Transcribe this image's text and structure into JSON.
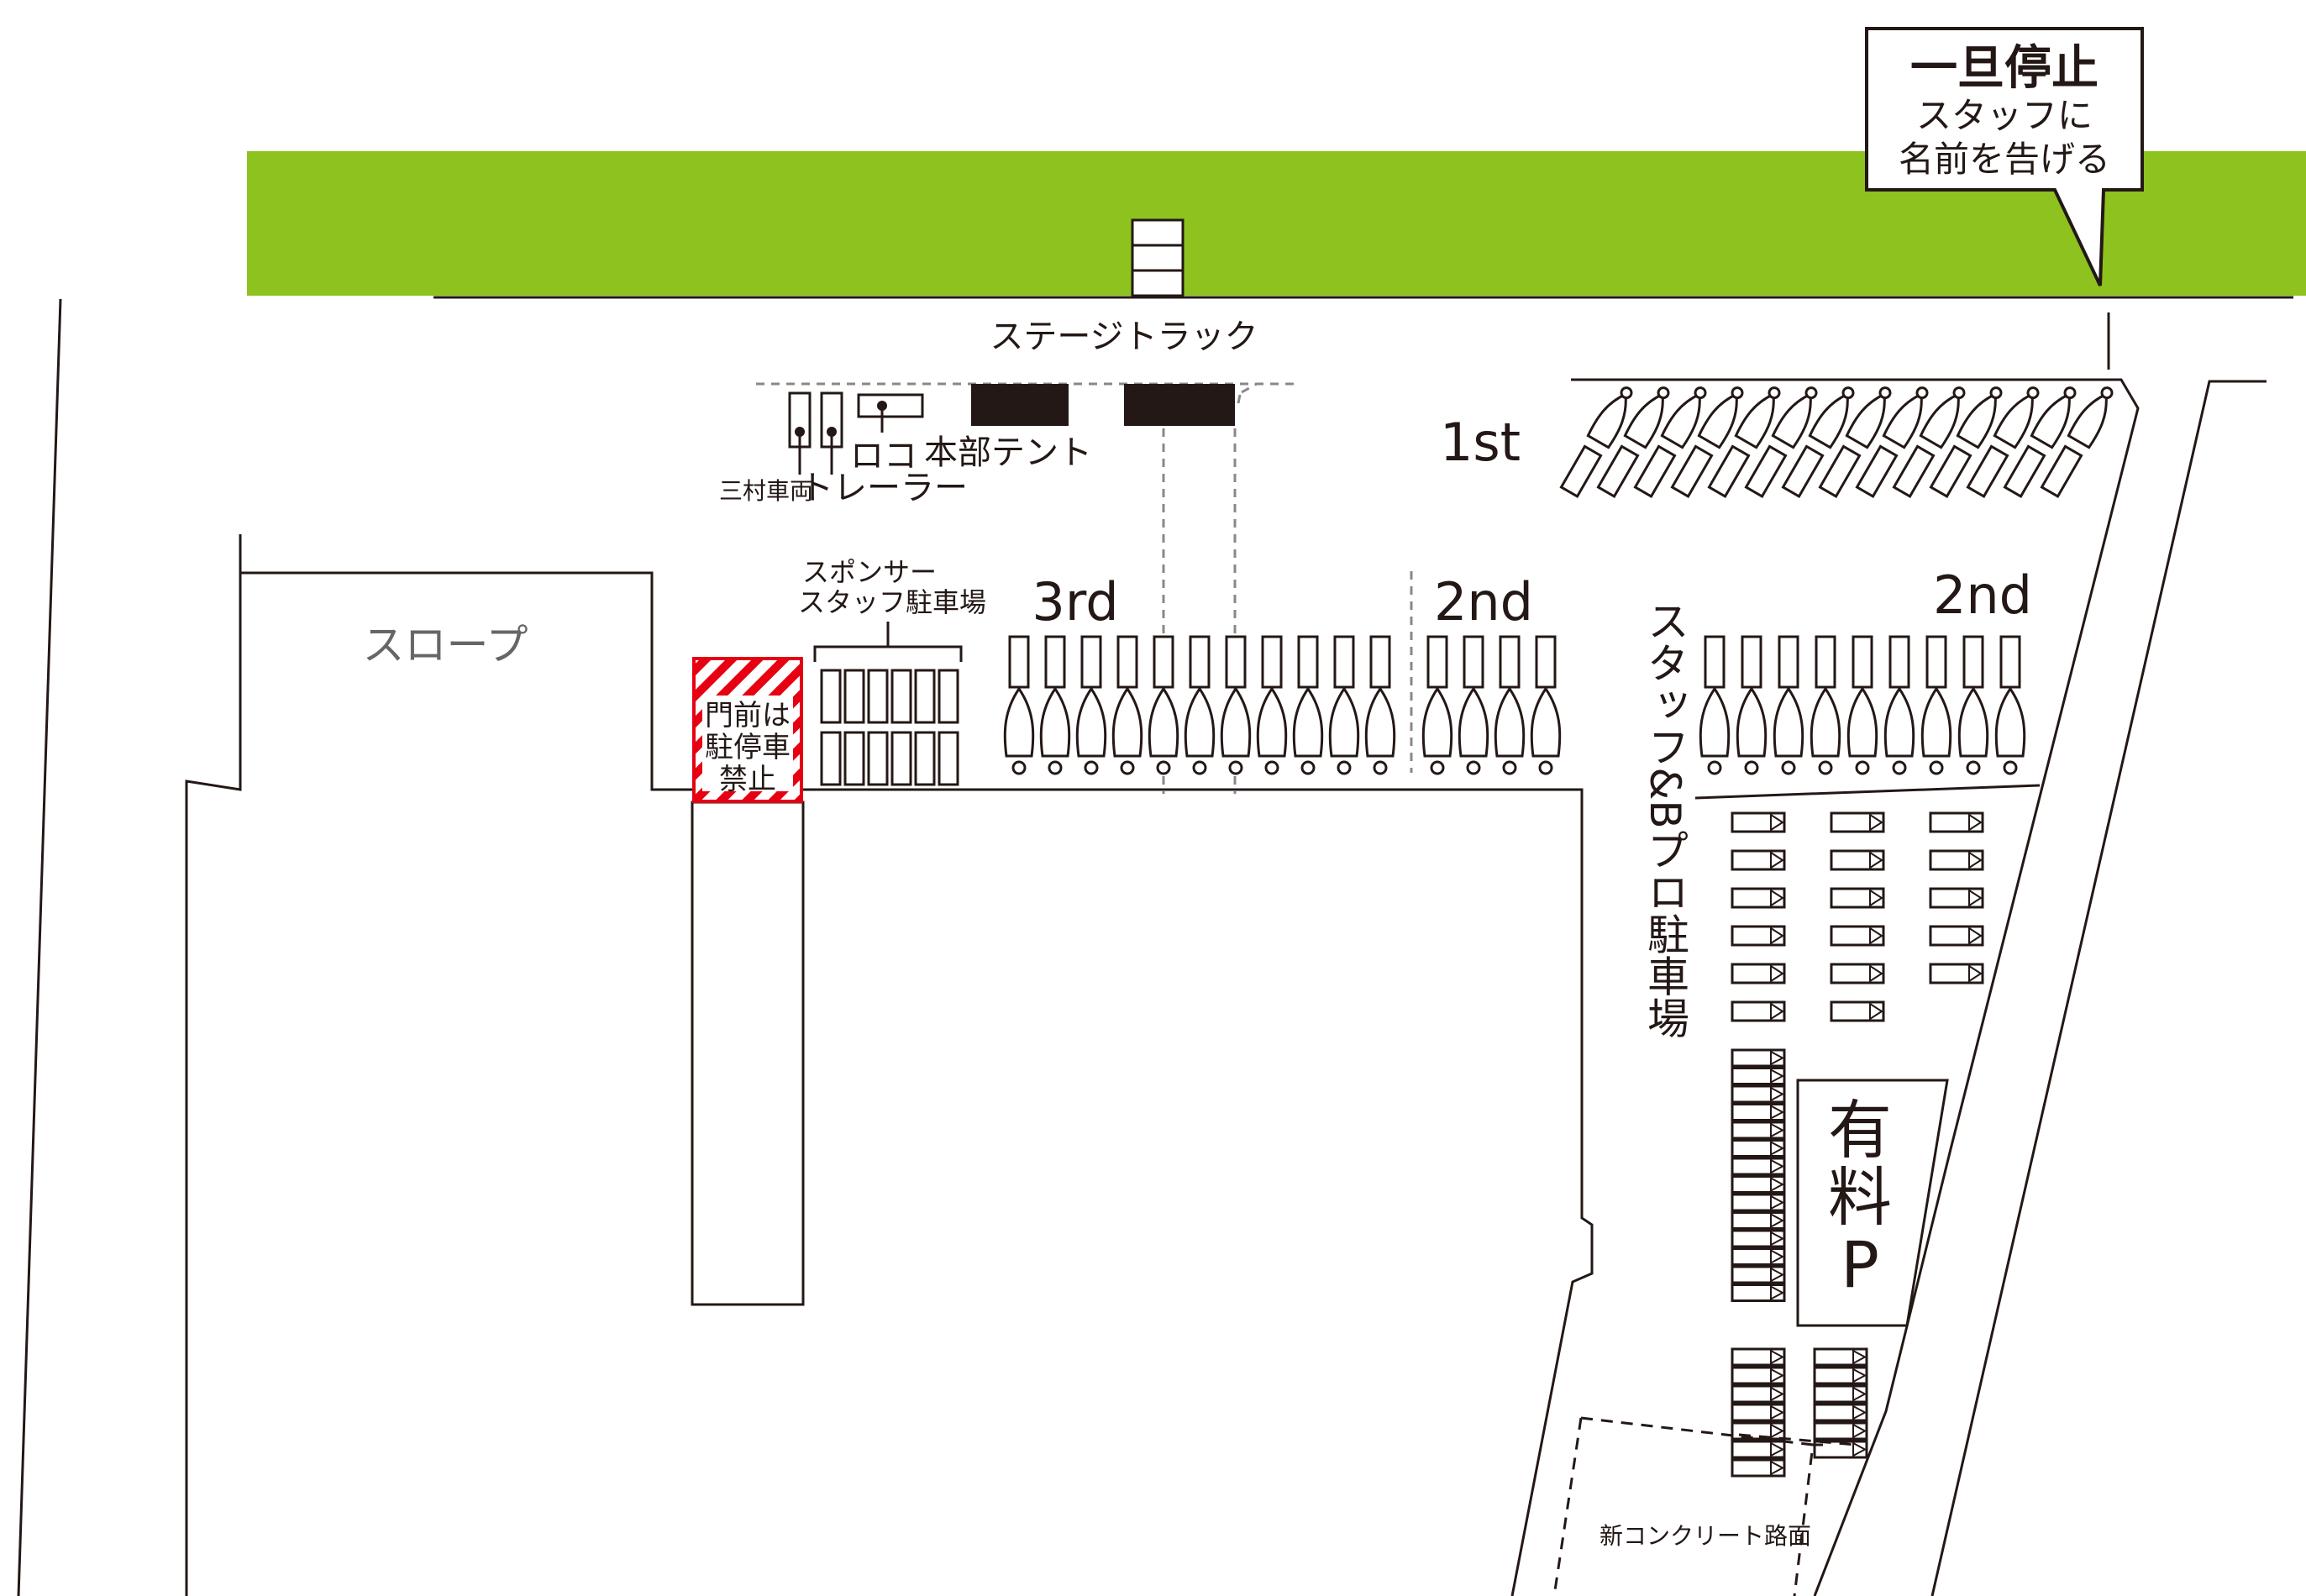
{
  "callout": {
    "title": "一旦停止",
    "line1": "スタッフに",
    "line2": "名前を告げる"
  },
  "labels": {
    "stage_truck": "ステージトラック",
    "slope": "スロープ",
    "honbu_tent": "本部テント",
    "loco": "ロコ",
    "mimura_vehicle": "三村車両",
    "trailer": "トレーラー",
    "sponsor_parking_line1": "スポンサー",
    "sponsor_parking_line2": "スタッフ駐車場",
    "no_parking_line1": "門前は",
    "no_parking_line2": "駐停車",
    "no_parking_line3": "禁止",
    "staff_bpro_parking": "スタッフ&Bプロ駐車場",
    "paid_parking_line1": "有",
    "paid_parking_line2": "料",
    "paid_parking_line3": "P",
    "new_concrete": "新コンクリート路面"
  },
  "zones": {
    "first": "1st",
    "second_a": "2nd",
    "second_b": "2nd",
    "third": "3rd"
  },
  "counts": {
    "first_boats": 14,
    "third_boats": 11,
    "second_a_boats": 4,
    "second_b_boats": 9,
    "sponsor_slots_per_row": 6,
    "staff_cars_col1": 6,
    "staff_cars_col2": 6,
    "staff_cars_col3": 5,
    "staff_dense_block": 14,
    "lower_block_col1": 7,
    "lower_block_col2": 6
  },
  "colors": {
    "grass": "#8dc21f",
    "no_parking_hatch": "#e60012",
    "tent": "#231815",
    "line": "#231815",
    "slope_text": "#666666",
    "dotted_line": "#888888"
  }
}
